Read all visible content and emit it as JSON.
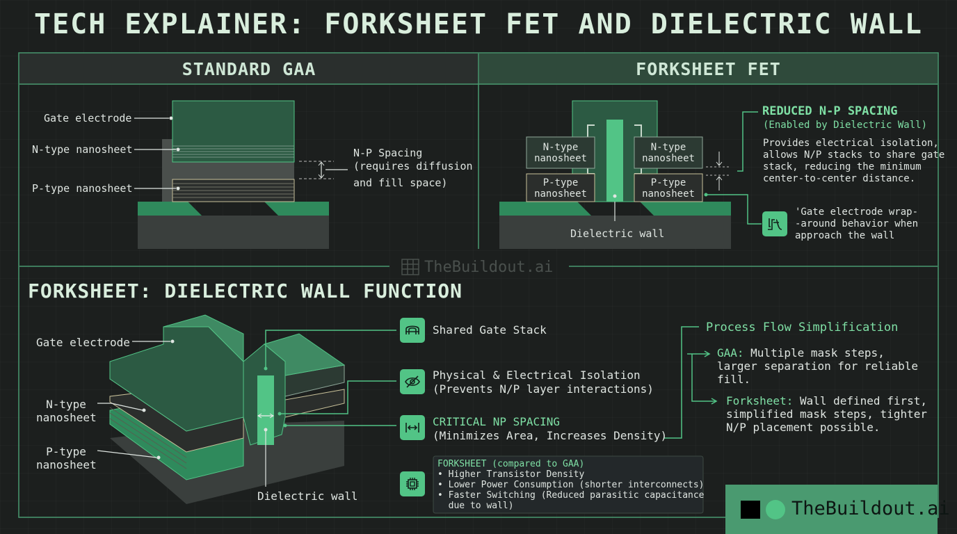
{
  "title": "TECH EXPLAINER: FORKSHEET FET AND DIELECTRIC WALL",
  "left_panel": {
    "header": "STANDARD GAA",
    "gate_label": "Gate electrode",
    "n_label": "N-type nanosheet",
    "p_label": "P-type nanosheet",
    "spacing_line1": "N-P Spacing",
    "spacing_line2": "(requires diffusion",
    "spacing_line3": "and fill space)"
  },
  "right_panel": {
    "header": "FORKSHEET FET",
    "n_left_1": "N-type",
    "n_left_2": "nanosheet",
    "n_right_1": "N-type",
    "n_right_2": "nanosheet",
    "p_left_1": "P-type",
    "p_left_2": "nanosheet",
    "p_right_1": "P-type",
    "p_right_2": "nanosheet",
    "wall_label": "Dielectric wall",
    "reduced_title": "REDUCED N-P SPACING",
    "reduced_sub": "(Enabled by Dielectric Wall)",
    "reduced_body_1": "Provides electrical isolation,",
    "reduced_body_2": "allows N/P stacks to share gate",
    "reduced_body_3": "stack, reducing the minimum",
    "reduced_body_4": "center-to-center distance.",
    "wrap_1": "'Gate electrode wrap-",
    "wrap_2": "-around behavior when",
    "wrap_3": "approach the wall"
  },
  "watermark": "TheBuildout.ai",
  "bottom": {
    "section_title": "FORKSHEET: DIELECTRIC WALL FUNCTION",
    "gate_label": "Gate electrode",
    "n_label_1": "N-type",
    "n_label_2": "nanosheet",
    "p_label_1": "P-type",
    "p_label_2": "nanosheet",
    "wall_label": "Dielectric wall",
    "feat1": "Shared Gate Stack",
    "feat2_1": "Physical & Electrical Isolation",
    "feat2_2": "(Prevents N/P layer interactions)",
    "feat3_1": "CRITICAL NP SPACING",
    "feat3_2": "(Minimizes Area, Increases Density)",
    "compare_title": "FORKSHEET (compared to GAA)",
    "compare_items": [
      "• Higher Transistor Density",
      "• Lower Power Consumption (shorter interconnects)",
      "• Faster Switching (Reduced parasitic capacitance",
      "  due to wall)"
    ],
    "process_title": "Process Flow Simplification",
    "gaa_key": "GAA:",
    "gaa_1": " Multiple mask steps,",
    "gaa_2": "larger separation for reliable",
    "gaa_3": "fill.",
    "fork_key": "Forksheet:",
    "fork_1": " Wall defined first,",
    "fork_2": "simplified mask steps, tighter",
    "fork_3": "N/P placement possible."
  },
  "brand": "TheBuildout.ai",
  "colors": {
    "accent": "#52c486",
    "accent_light": "#7fe0a5",
    "panel_border": "#4a9a70",
    "background": "#1c1f1e"
  }
}
